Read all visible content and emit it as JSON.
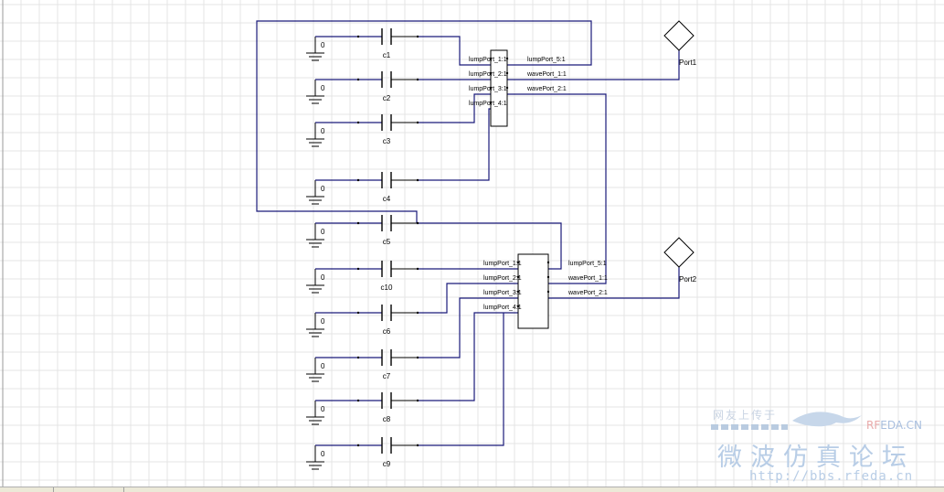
{
  "schematic": {
    "capacitors": [
      {
        "ref": "c1",
        "value": "0"
      },
      {
        "ref": "c2",
        "value": "0"
      },
      {
        "ref": "c3",
        "value": "0"
      },
      {
        "ref": "c4",
        "value": "0"
      },
      {
        "ref": "c5",
        "value": "0"
      },
      {
        "ref": "c10",
        "value": "0"
      },
      {
        "ref": "c6",
        "value": "0"
      },
      {
        "ref": "c7",
        "value": "0"
      },
      {
        "ref": "c8",
        "value": "0"
      },
      {
        "ref": "c9",
        "value": "0"
      }
    ],
    "blocks": [
      {
        "left_pins": [
          "lumpPort_1:1",
          "lumpPort_2:1",
          "lumpPort_3:1",
          "lumpPort_4:1"
        ],
        "right_pins": [
          "lumpPort_5:1",
          "wavePort_1:1",
          "wavePort_2:1"
        ]
      },
      {
        "left_pins": [
          "lumpPort_1:1",
          "lumpPort_2:1",
          "lumpPort_3:1",
          "lumpPort_4:1"
        ],
        "right_pins": [
          "lumpPort_5:1",
          "wavePort_1:1",
          "wavePort_2:1"
        ]
      }
    ],
    "ports": [
      "Port1",
      "Port2"
    ]
  },
  "watermark": {
    "line1": "网友上传于",
    "brand_red": "RF",
    "brand_blue": "EDA.CN",
    "title": "微波仿真论坛",
    "url": "http://bbs.rfeda.cn"
  },
  "colors": {
    "wire": "#1a1a7a",
    "component": "#000000",
    "grid": "#e4e4e4"
  }
}
